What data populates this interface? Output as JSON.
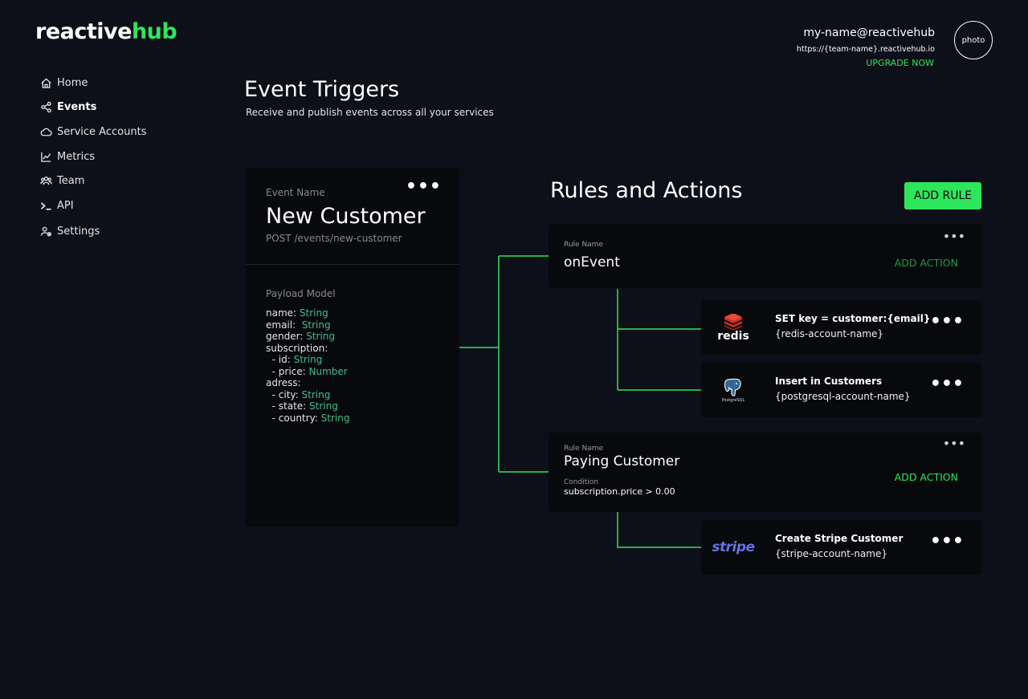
{
  "brand": {
    "name_main": "reactive",
    "name_accent": "hub",
    "accent_color": "#2ee65c"
  },
  "sidebar": {
    "items": [
      {
        "label": "Home",
        "icon": "home-icon",
        "active": false
      },
      {
        "label": "Events",
        "icon": "share-nodes-icon",
        "active": true
      },
      {
        "label": "Service Accounts",
        "icon": "cloud-icon",
        "active": false
      },
      {
        "label": "Metrics",
        "icon": "chart-line-icon",
        "active": false
      },
      {
        "label": "Team",
        "icon": "users-icon",
        "active": false
      },
      {
        "label": "API",
        "icon": "terminal-prompt-icon",
        "active": false
      },
      {
        "label": "Settings",
        "icon": "user-settings-icon",
        "active": false
      }
    ]
  },
  "user": {
    "email": "my-name@reactivehub",
    "url": "https://{team-name}.reactivehub.io",
    "upgrade_label": "UPGRADE NOW",
    "avatar_label": "photo"
  },
  "page": {
    "title": "Event Triggers",
    "subtitle": "Receive and publish events across all your services"
  },
  "event": {
    "name_label": "Event Name",
    "name": "New Customer",
    "endpoint": "POST /events/new-customer",
    "more_label": "•••",
    "payload_label": "Payload Model",
    "payload": [
      {
        "key": "name: ",
        "type": "String"
      },
      {
        "key": "email:  ",
        "type": "String"
      },
      {
        "key": "gender: ",
        "type": "String"
      },
      {
        "key": "subscription:",
        "type": ""
      },
      {
        "key": "  - id: ",
        "type": "String"
      },
      {
        "key": "  - price: ",
        "type": "Number"
      },
      {
        "key": "adress:",
        "type": ""
      },
      {
        "key": "  - city: ",
        "type": "String"
      },
      {
        "key": "  - state: ",
        "type": "String"
      },
      {
        "key": "  - country: ",
        "type": "String"
      }
    ]
  },
  "rules": {
    "title": "Rules and Actions",
    "add_rule_label": "ADD RULE",
    "items": [
      {
        "name_label": "Rule Name",
        "name": "onEvent",
        "add_action_label": "ADD ACTION",
        "more_label": "•••",
        "actions": [
          {
            "logo": "redis-logo",
            "logo_text": "redis",
            "title": "SET key = customer:{email}",
            "account": "{redis-account-name}",
            "more_label": "•••"
          },
          {
            "logo": "postgresql-logo",
            "logo_text": "PostgreSQL",
            "title": "Insert in Customers",
            "account": "{postgresql-account-name}",
            "more_label": "•••"
          }
        ]
      },
      {
        "name_label": "Rule Name",
        "name": "Paying Customer",
        "condition_label": "Condition",
        "condition": "subscription.price > 0.00",
        "add_action_label": "ADD ACTION",
        "more_label": "•••",
        "actions": [
          {
            "logo": "stripe-logo",
            "logo_text": "stripe",
            "title": "Create Stripe Customer",
            "account": "{stripe-account-name}",
            "more_label": "•••"
          }
        ]
      }
    ]
  },
  "colors": {
    "background": "#0d0f19",
    "card": "#08090d",
    "accent": "#2ee65c",
    "type_text": "#3fbf8a",
    "redis": "#d82c20",
    "stripe": "#6772e5"
  }
}
